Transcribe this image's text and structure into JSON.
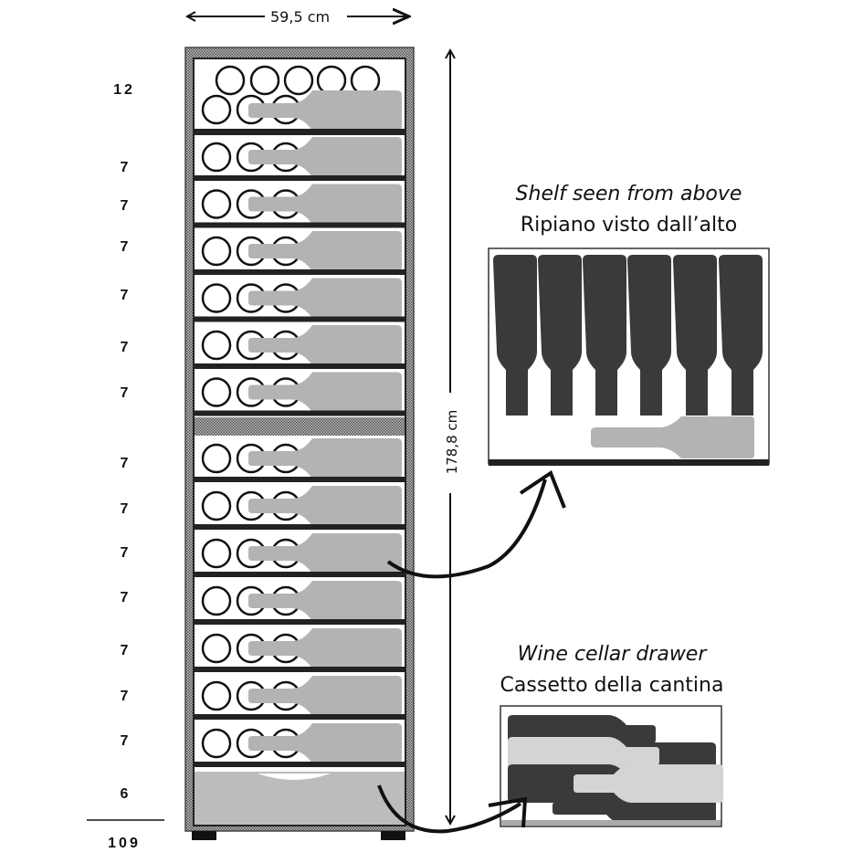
{
  "dimensions": {
    "width": "59,5 cm",
    "height": "178,8 cm"
  },
  "shelf_counts": [
    "12",
    "7",
    "7",
    "7",
    "7",
    "7",
    "7",
    "7",
    "7",
    "7",
    "7",
    "7",
    "7",
    "7",
    "6"
  ],
  "total": "109",
  "captions": {
    "shelf_en": "Shelf seen from above",
    "shelf_it": "Ripiano visto dall’alto",
    "drawer_en": "Wine cellar drawer",
    "drawer_it": "Cassetto della cantina"
  },
  "colors": {
    "frame": "#777777",
    "bar": "#222222",
    "bottle_light": "#b3b3b3",
    "bottle_dark": "#3a3a3a",
    "bottle_pale": "#d4d4d4"
  }
}
